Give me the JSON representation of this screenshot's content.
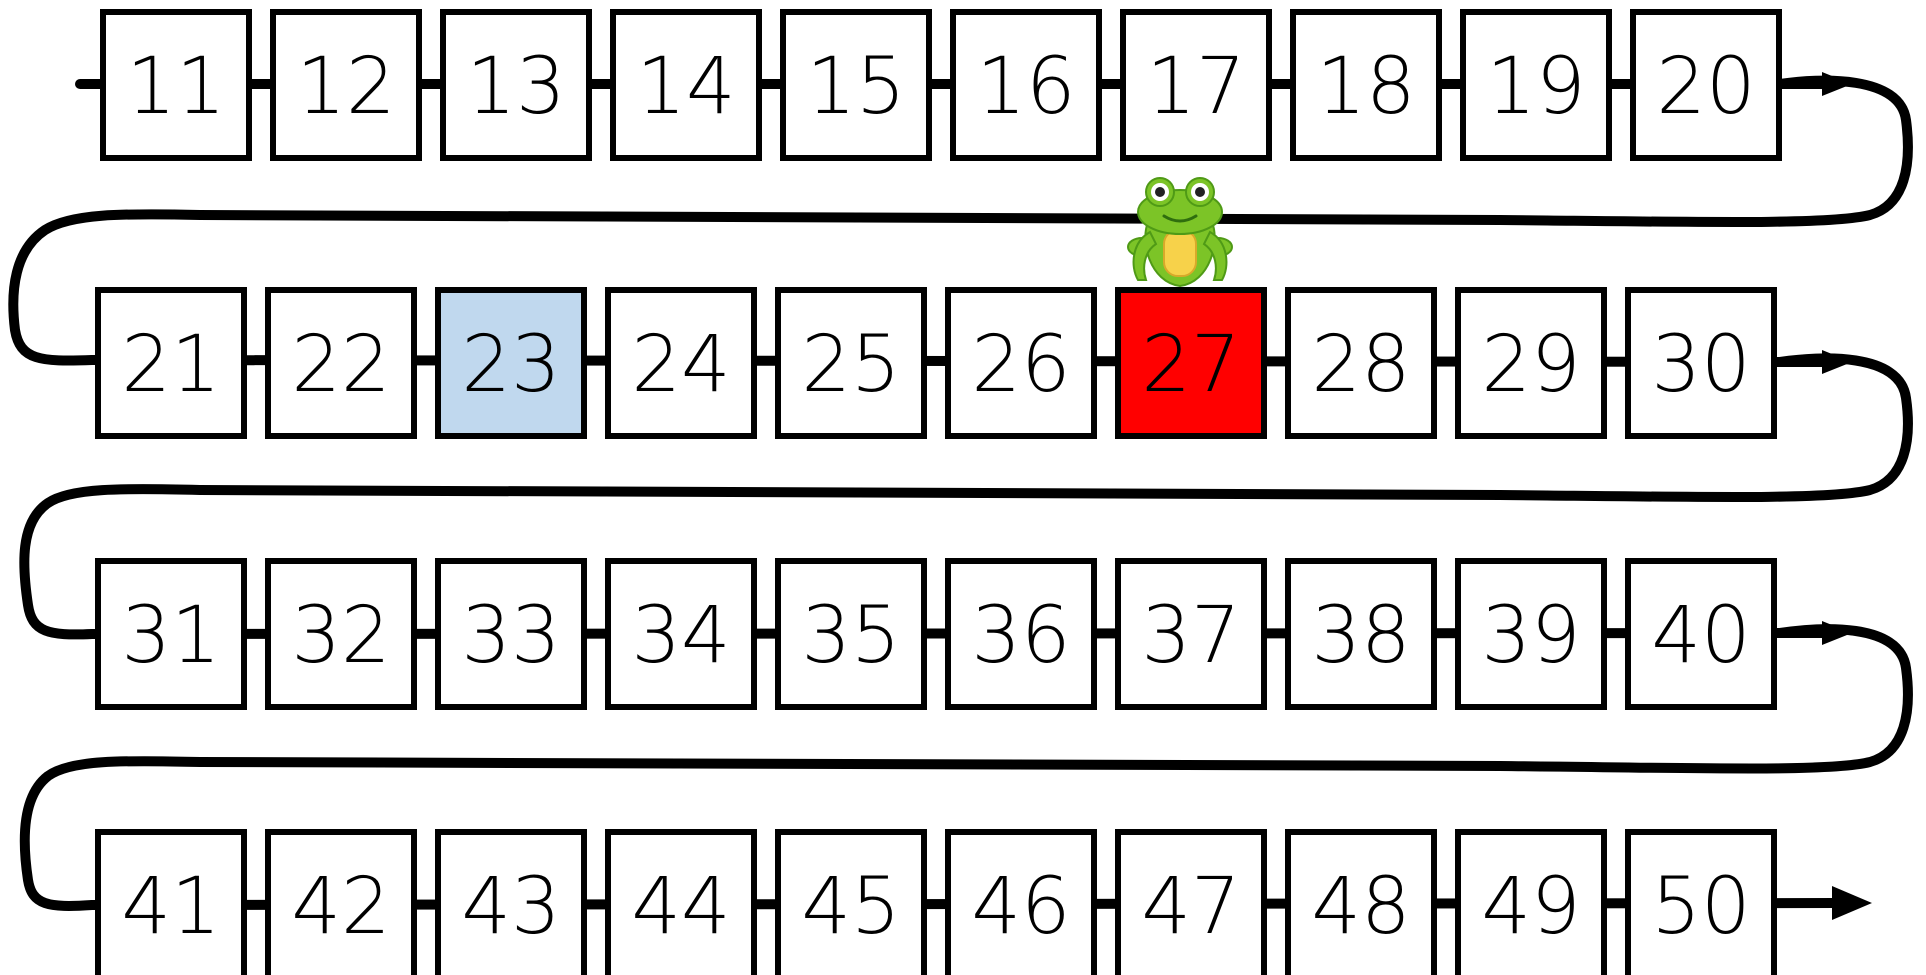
{
  "rows": [
    [
      {
        "n": "11"
      },
      {
        "n": "12"
      },
      {
        "n": "13"
      },
      {
        "n": "14"
      },
      {
        "n": "15"
      },
      {
        "n": "16"
      },
      {
        "n": "17"
      },
      {
        "n": "18"
      },
      {
        "n": "19"
      },
      {
        "n": "20"
      }
    ],
    [
      {
        "n": "21"
      },
      {
        "n": "22"
      },
      {
        "n": "23",
        "highlight": "blue"
      },
      {
        "n": "24"
      },
      {
        "n": "25"
      },
      {
        "n": "26"
      },
      {
        "n": "27",
        "highlight": "red",
        "frog": true
      },
      {
        "n": "28"
      },
      {
        "n": "29"
      },
      {
        "n": "30"
      }
    ],
    [
      {
        "n": "31"
      },
      {
        "n": "32"
      },
      {
        "n": "33"
      },
      {
        "n": "34"
      },
      {
        "n": "35"
      },
      {
        "n": "36"
      },
      {
        "n": "37"
      },
      {
        "n": "38"
      },
      {
        "n": "39"
      },
      {
        "n": "40"
      }
    ],
    [
      {
        "n": "41"
      },
      {
        "n": "42"
      },
      {
        "n": "43"
      },
      {
        "n": "44"
      },
      {
        "n": "45"
      },
      {
        "n": "46"
      },
      {
        "n": "47"
      },
      {
        "n": "48"
      },
      {
        "n": "49"
      },
      {
        "n": "50"
      }
    ]
  ],
  "colors": {
    "cell_fill": "#ffffff",
    "blue": "#c0d8ee",
    "red": "#ff0000",
    "frog_body": "#7cc427",
    "frog_dark": "#4f9a16",
    "frog_belly": "#f7d24a"
  },
  "icons": {
    "frog": "frog-icon",
    "arrow": "arrow-right-icon"
  }
}
